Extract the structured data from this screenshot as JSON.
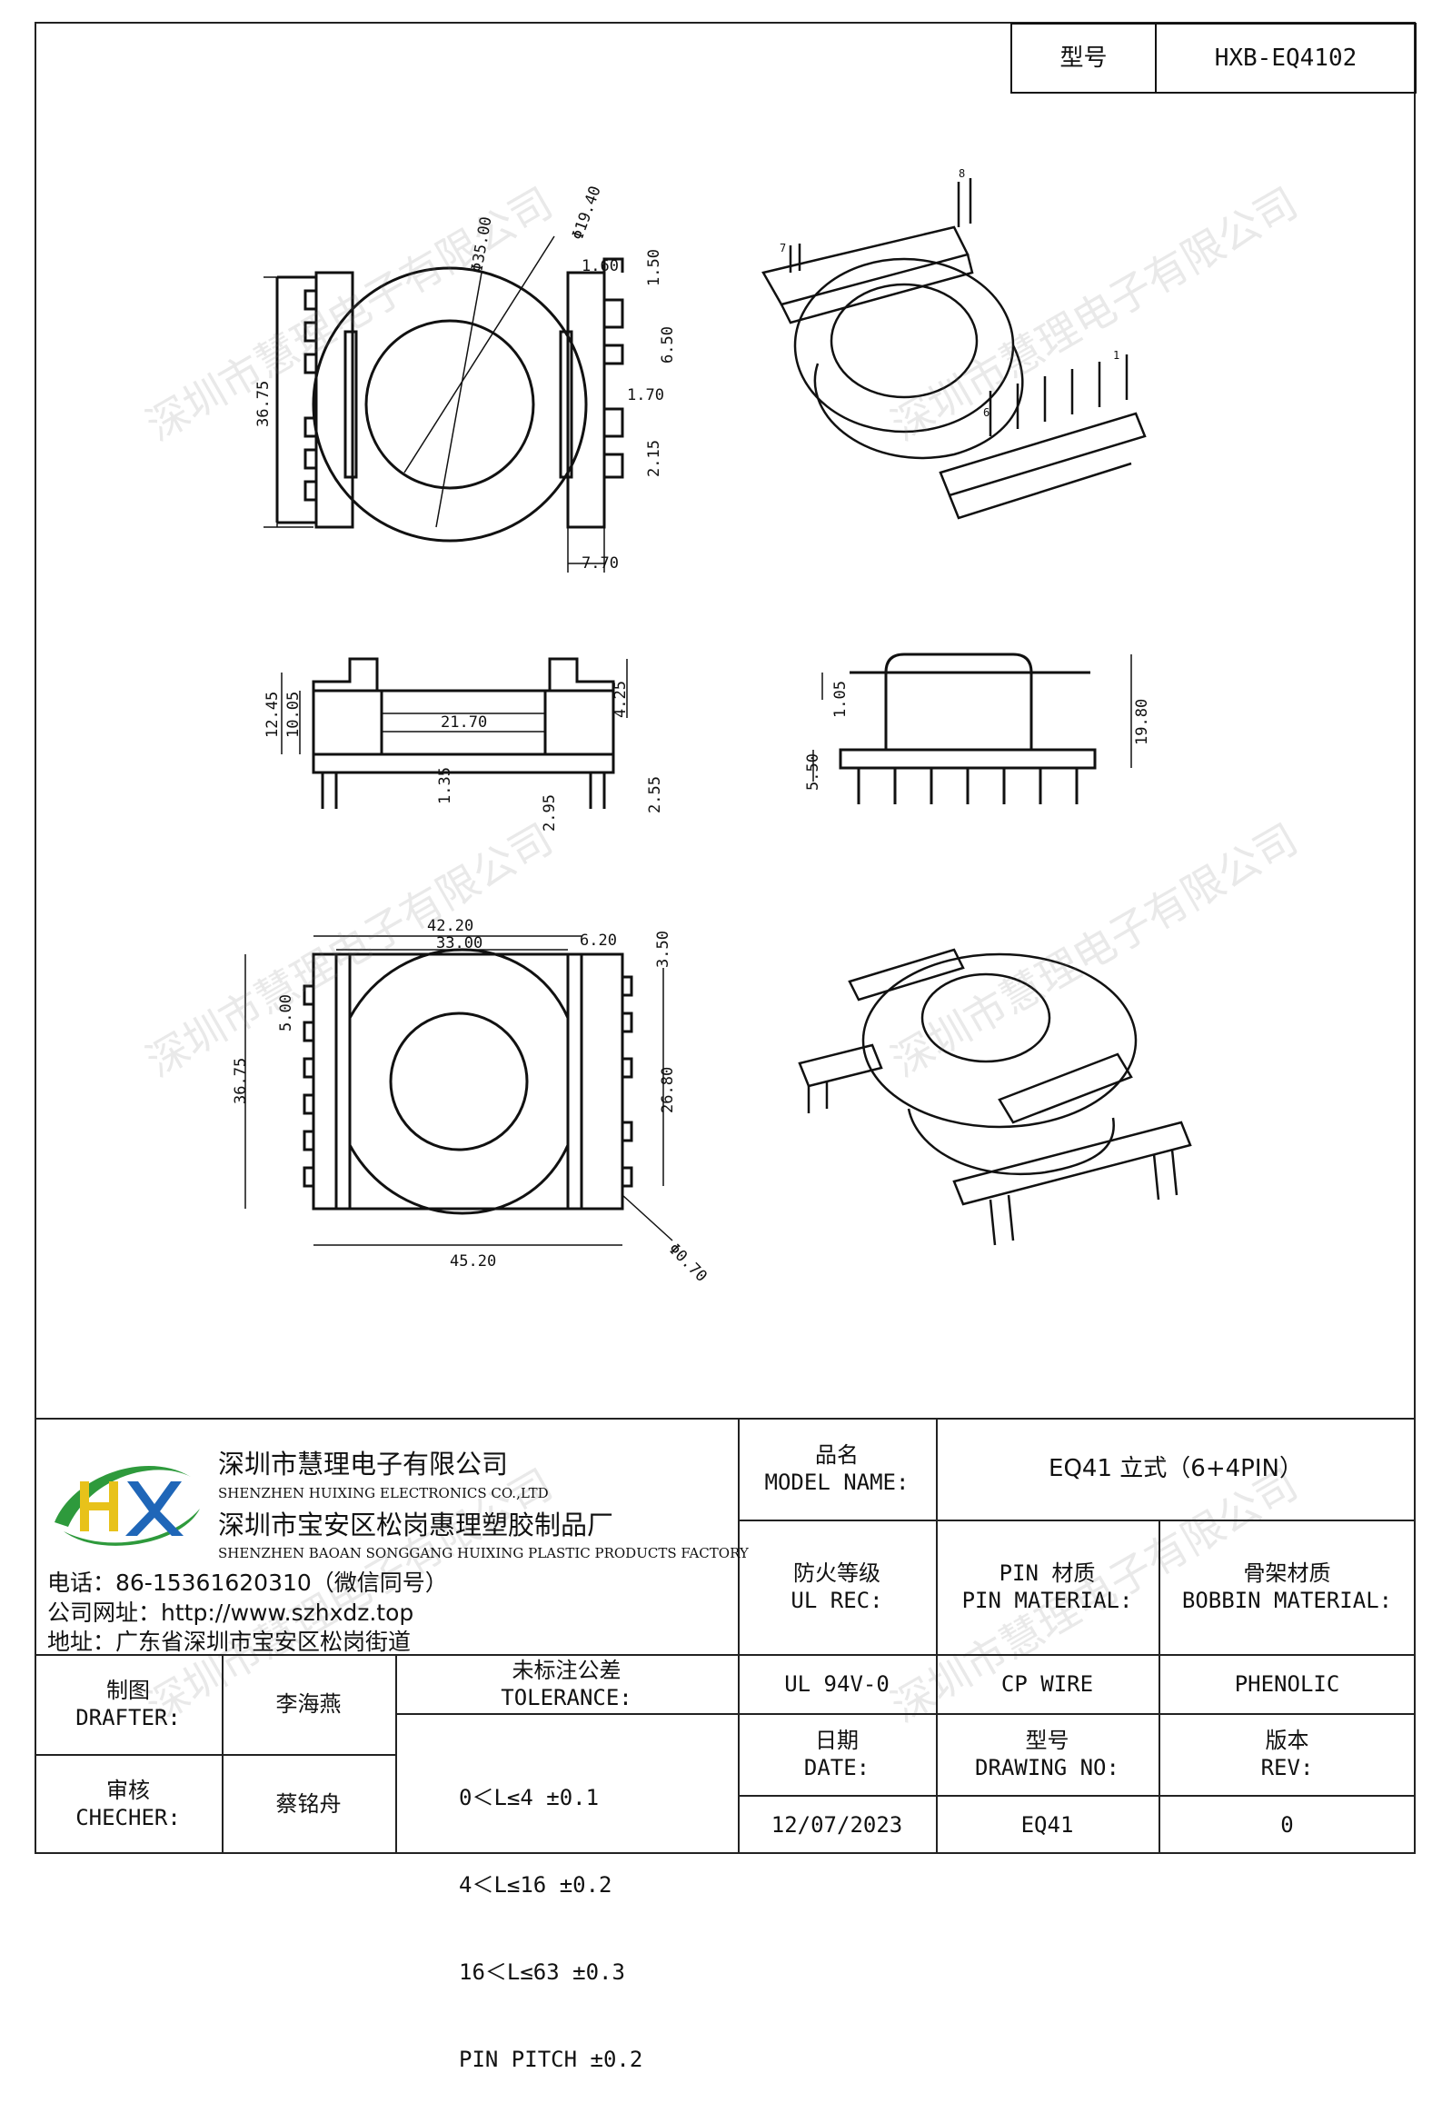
{
  "header": {
    "model_label": "型号",
    "model_value": "HXB-EQ4102"
  },
  "watermark": "深圳市慧理电子有限公司",
  "company": {
    "name_cn": "深圳市慧理电子有限公司",
    "name_en": "SHENZHEN HUIXING ELECTRONICS CO.,LTD",
    "factory_cn": "深圳市宝安区松岗惠理塑胶制品厂",
    "factory_en": "SHENZHEN BAOAN SONGGANG HUIXING PLASTIC PRODUCTS FACTORY",
    "phone": "电话：86-15361620310（微信同号）",
    "website": "公司网址：http://www.szhxdz.top",
    "address": "地址：广东省深圳市宝安区松岗街道",
    "logo_text": "HX",
    "logo_colors": {
      "green": "#2e9a3c",
      "yellow": "#e8c21a",
      "blue": "#1f66b8"
    }
  },
  "title_block": {
    "model_name_cn": "品名",
    "model_name_en": "MODEL NAME:",
    "model_name_value": "EQ41 立式（6+4PIN）",
    "ul_cn": "防火等级",
    "ul_en": "UL REC:",
    "pin_cn": "PIN 材质",
    "pin_en": "PIN MATERIAL:",
    "bobbin_cn": "骨架材质",
    "bobbin_en": "BOBBIN MATERIAL:",
    "ul_value": "UL 94V-0",
    "pin_value": "CP WIRE",
    "bobbin_value": "PHENOLIC",
    "date_cn": "日期",
    "date_en": "DATE:",
    "drawing_cn": "型号",
    "drawing_en": "DRAWING NO:",
    "rev_cn": "版本",
    "rev_en": "REV:",
    "date_value": "12/07/2023",
    "drawing_value": "EQ41",
    "rev_value": "0",
    "drafter_cn": "制图",
    "drafter_en": "DRAFTER:",
    "drafter_value": "李海燕",
    "checker_cn": "审核",
    "checker_en": "CHECHER:",
    "checker_value": "蔡铭舟",
    "tolerance_cn": "未标注公差",
    "tolerance_en": "TOLERANCE:",
    "tolerances": [
      "0＜L≤4   ±0.1",
      "4＜L≤16  ±0.2",
      "16＜L≤63 ±0.3",
      "PIN PITCH ±0.2"
    ]
  },
  "dimensions": {
    "top_view": [
      "36.75",
      "Φ35.00",
      "Φ19.40",
      "1.60",
      "1.50",
      "6.50",
      "1.70",
      "2.15",
      "7.70"
    ],
    "side_view": [
      "12.45",
      "10.05",
      "21.70",
      "4.25",
      "1.35",
      "2.95",
      "2.55"
    ],
    "end_view": [
      "1.05",
      "19.80",
      "5.50"
    ],
    "bottom_view": [
      "42.20",
      "33.00",
      "6.20",
      "3.50",
      "5.00",
      "36.75",
      "26.80",
      "45.20",
      "Φ0.70"
    ],
    "pin_labels": [
      "7",
      "8",
      "1",
      "6"
    ]
  }
}
